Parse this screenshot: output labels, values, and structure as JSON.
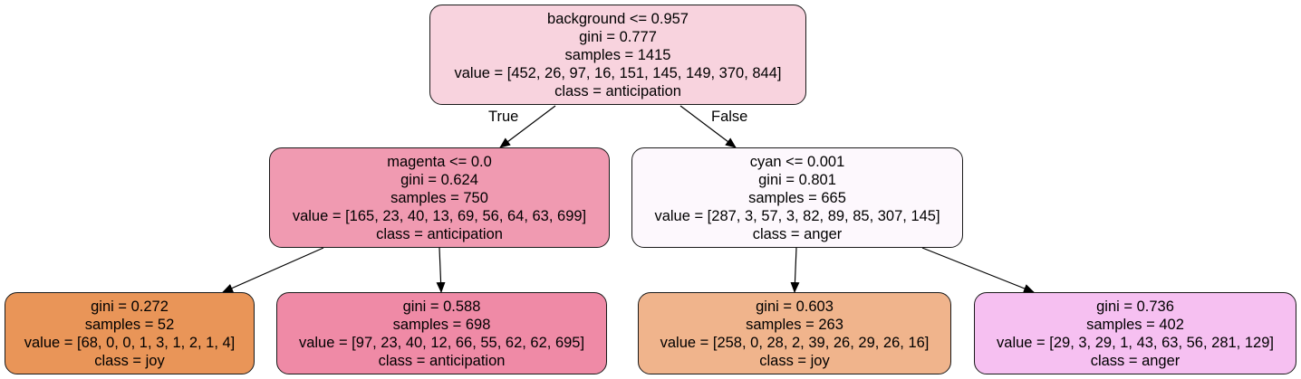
{
  "nodes": {
    "root": {
      "split": "background <= 0.957",
      "gini": "gini = 0.777",
      "samples": "samples = 1415",
      "value": "value = [452, 26, 97, 16, 151, 145, 149, 370, 844]",
      "class": "class = anticipation",
      "color": "#f8d3de"
    },
    "left": {
      "split": "magenta <= 0.0",
      "gini": "gini = 0.624",
      "samples": "samples = 750",
      "value": "value = [165, 23, 40, 13, 69, 56, 64, 63, 699]",
      "class": "class = anticipation",
      "color": "#f09ab1"
    },
    "right": {
      "split": "cyan <= 0.001",
      "gini": "gini = 0.801",
      "samples": "samples = 665",
      "value": "value = [287, 3, 57, 3, 82, 89, 85, 307, 145]",
      "class": "class = anger",
      "color": "#fdf8fd"
    },
    "leaf1": {
      "gini": "gini = 0.272",
      "samples": "samples = 52",
      "value": "value = [68, 0, 0, 1, 3, 1, 2, 1, 4]",
      "class": "class = joy",
      "color": "#e99558"
    },
    "leaf2": {
      "gini": "gini = 0.588",
      "samples": "samples = 698",
      "value": "value = [97, 23, 40, 12, 66, 55, 62, 62, 695]",
      "class": "class = anticipation",
      "color": "#ef8aa6"
    },
    "leaf3": {
      "gini": "gini = 0.603",
      "samples": "samples = 263",
      "value": "value = [258, 0, 28, 2, 39, 26, 29, 26, 16]",
      "class": "class = joy",
      "color": "#f0b48c"
    },
    "leaf4": {
      "gini": "gini = 0.736",
      "samples": "samples = 402",
      "value": "value = [29, 3, 29, 1, 43, 63, 56, 281, 129]",
      "class": "class = anger",
      "color": "#f6c0f1"
    }
  },
  "edge_labels": {
    "true": "True",
    "false": "False"
  }
}
